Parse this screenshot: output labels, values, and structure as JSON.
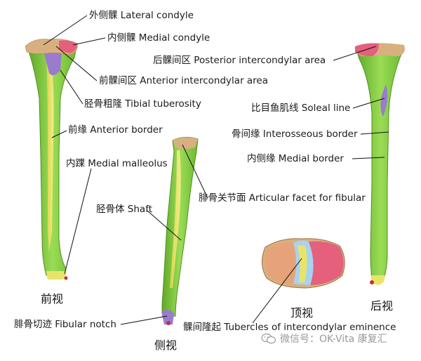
{
  "labels": {
    "lateral_condyle": "外侧髁 Lateral condyle",
    "medial_condyle": "内侧髁 Medial condyle",
    "posterior_intercondylar_area": "后髁间区 Posterior intercondylar area",
    "anterior_intercondylar_area": "前髁间区 Anterior intercondylar area",
    "tibial_tuberosity": "胫骨粗隆 Tibial tuberosity",
    "soleal_line": "比目鱼肌线 Soleal line",
    "anterior_border": "前缘 Anterior border",
    "interosseous_border": "骨间缘 Interosseous border",
    "medial_border": "内侧缘 Medial border",
    "medial_malleolus": "内踝 Medial malleolus",
    "articular_facet_fibular": "腓骨关节面 Articular facet for fibular",
    "shaft": "胫骨体 Shaft",
    "fibular_notch": "腓骨切迹 Fibular notch",
    "intercondylar_tubercles": "髁间隆起 Tubercles of intercondylar eminence"
  },
  "views": {
    "front": "前视",
    "back": "后视",
    "side": "侧视",
    "top": "顶视"
  },
  "watermark": "微信号：OK-Vita 康复汇",
  "colors": {
    "bone_green": "#8fd44a",
    "bone_yellow": "#e8e46a",
    "condyle_pink": "#e4607c",
    "condyle_tan": "#d8b080",
    "purple": "#9a7bd0",
    "light_blue": "#a9d2f0",
    "leader_line": "#111111"
  }
}
